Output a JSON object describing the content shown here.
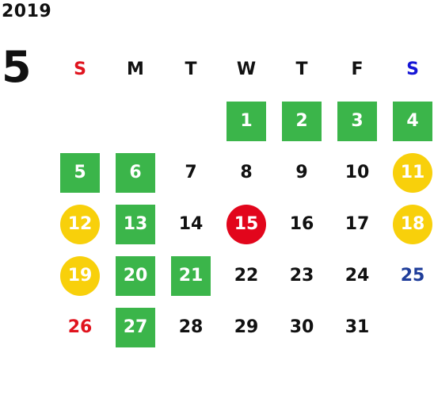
{
  "year": "2019",
  "month": "5",
  "weekdays": [
    "S",
    "M",
    "T",
    "W",
    "T",
    "F",
    "S"
  ],
  "colors": {
    "green": "#3bb54a",
    "yellow": "#f8d00b",
    "red": "#e2061c",
    "sunday": "#e0141e",
    "saturday": "#1616d6",
    "day25": "#1f3d9a"
  },
  "days": [
    {
      "day": "1",
      "col": 3,
      "row": 0,
      "style": "green"
    },
    {
      "day": "2",
      "col": 4,
      "row": 0,
      "style": "green"
    },
    {
      "day": "3",
      "col": 5,
      "row": 0,
      "style": "green"
    },
    {
      "day": "4",
      "col": 6,
      "row": 0,
      "style": "green"
    },
    {
      "day": "5",
      "col": 0,
      "row": 1,
      "style": "green"
    },
    {
      "day": "6",
      "col": 1,
      "row": 1,
      "style": "green"
    },
    {
      "day": "7",
      "col": 2,
      "row": 1,
      "style": "plain"
    },
    {
      "day": "8",
      "col": 3,
      "row": 1,
      "style": "plain"
    },
    {
      "day": "9",
      "col": 4,
      "row": 1,
      "style": "plain"
    },
    {
      "day": "10",
      "col": 5,
      "row": 1,
      "style": "plain"
    },
    {
      "day": "11",
      "col": 6,
      "row": 1,
      "style": "yellow"
    },
    {
      "day": "12",
      "col": 0,
      "row": 2,
      "style": "yellow"
    },
    {
      "day": "13",
      "col": 1,
      "row": 2,
      "style": "green"
    },
    {
      "day": "14",
      "col": 2,
      "row": 2,
      "style": "plain"
    },
    {
      "day": "15",
      "col": 3,
      "row": 2,
      "style": "red"
    },
    {
      "day": "16",
      "col": 4,
      "row": 2,
      "style": "plain"
    },
    {
      "day": "17",
      "col": 5,
      "row": 2,
      "style": "plain"
    },
    {
      "day": "18",
      "col": 6,
      "row": 2,
      "style": "yellow"
    },
    {
      "day": "19",
      "col": 0,
      "row": 3,
      "style": "yellow"
    },
    {
      "day": "20",
      "col": 1,
      "row": 3,
      "style": "green"
    },
    {
      "day": "21",
      "col": 2,
      "row": 3,
      "style": "green"
    },
    {
      "day": "22",
      "col": 3,
      "row": 3,
      "style": "plain"
    },
    {
      "day": "23",
      "col": 4,
      "row": 3,
      "style": "plain"
    },
    {
      "day": "24",
      "col": 5,
      "row": 3,
      "style": "plain"
    },
    {
      "day": "25",
      "col": 6,
      "row": 3,
      "style": "blue-text"
    },
    {
      "day": "26",
      "col": 0,
      "row": 4,
      "style": "sunday-text"
    },
    {
      "day": "27",
      "col": 1,
      "row": 4,
      "style": "green"
    },
    {
      "day": "28",
      "col": 2,
      "row": 4,
      "style": "plain"
    },
    {
      "day": "29",
      "col": 3,
      "row": 4,
      "style": "plain"
    },
    {
      "day": "30",
      "col": 4,
      "row": 4,
      "style": "plain"
    },
    {
      "day": "31",
      "col": 5,
      "row": 4,
      "style": "plain"
    }
  ]
}
